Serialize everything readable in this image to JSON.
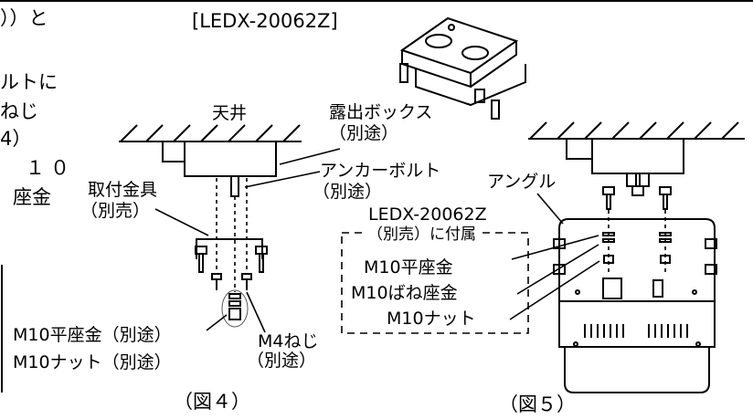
{
  "left_fragment": {
    "line1": "））と",
    "line2": "ルトに",
    "line3": "ねじ",
    "line4": "4）",
    "line5": "１０",
    "line6": "座金"
  },
  "fig4": {
    "ceiling": "天井",
    "exposed_box": "露出ボックス",
    "exposed_box_sub": "（別途）",
    "anchor_bolt": "アンカーボルト",
    "anchor_bolt_sub": "（別途）",
    "bracket": "取付金具",
    "bracket_sub": "（別売）",
    "washer_nut": "M10平座金（別途）",
    "nut": "M10ナット（別途）",
    "screw": "M4ねじ",
    "screw_sub": "（別途）",
    "caption": "（図４）"
  },
  "fig5": {
    "model": "[LEDX-20062Z]",
    "angle": "アングル",
    "included_title": "LEDX-20062Z",
    "included_sub": "（別売）に付属",
    "flat_washer": "M10平座金",
    "spring_washer": "M10ばね座金",
    "nut": "M10ナット",
    "caption": "（図５）"
  }
}
